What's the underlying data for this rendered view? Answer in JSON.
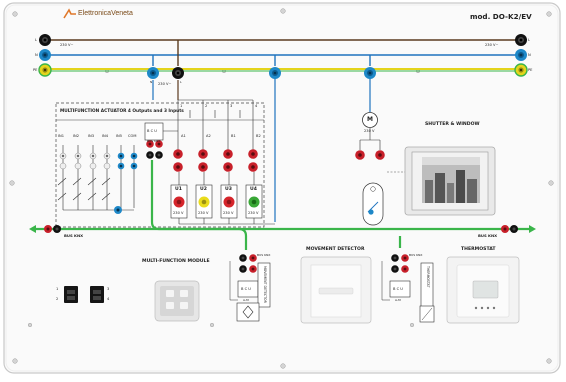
{
  "brand": {
    "name": "ElettronicaVeneta"
  },
  "model": "mod. DO-K2/EV",
  "power_rail": {
    "L": "L",
    "N": "N",
    "PE": "PE",
    "voltage": "230 V~",
    "feed_voltage": "230 V~",
    "feed_N": "N",
    "feed_L": "L"
  },
  "actuator": {
    "title": "MULTIFUNCTION ACTUATOR 4 Outputs and 3 Inputs",
    "inputs": [
      "IN1",
      "IN2",
      "IN3",
      "IN4",
      "IN5",
      "COM"
    ],
    "outputs": [
      "A1",
      "A2",
      "B1",
      "B2"
    ],
    "out_numbers": [
      "1",
      "2",
      "3",
      "4"
    ],
    "bus_block": "B C U",
    "bus_power": "BUS KNX"
  },
  "units": {
    "labels": [
      "U1",
      "U2",
      "U3",
      "U4"
    ],
    "voltage": "230 V",
    "colors": [
      "#d5252b",
      "#eadc1c",
      "#d5252b",
      "#3aa837"
    ]
  },
  "motor": {
    "label": "M",
    "voltage": "230 V"
  },
  "shutter": {
    "title": "SHUTTER & WINDOW"
  },
  "bus": {
    "left": "BUS KNX",
    "right": "BUS KNX"
  },
  "mfm": {
    "title": "MULTI-FUNCTION MODULE",
    "keys": [
      "1",
      "2",
      "3",
      "4"
    ]
  },
  "movement": {
    "title": "MOVEMENT DETECTOR",
    "side": "MOVEMENT DETECTOR",
    "block": "B C U",
    "am": "A-M",
    "bus_power": "BUS KNX"
  },
  "thermostat": {
    "title": "THERMOSTAT",
    "side": "THERMOSTAT",
    "block": "B C U",
    "am": "A-M",
    "bus_power": "BUS KNX"
  },
  "colors": {
    "L": "#5a3a1e",
    "N": "#1e73be",
    "PE": "#e4d41c",
    "bus": "#3ab54a",
    "jack_red": "#c8202a",
    "jack_black": "#111111",
    "jack_blue": "#1e88c8"
  }
}
